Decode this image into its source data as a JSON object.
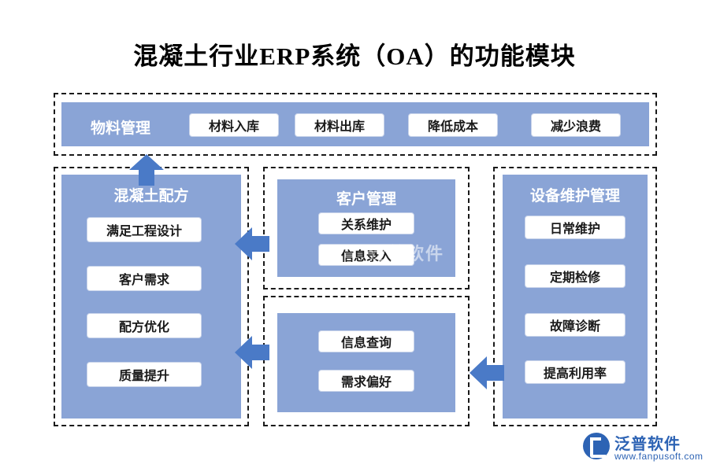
{
  "page": {
    "title": "混凝土行业ERP系统（OA）的功能模块",
    "accent_blue": "#8aa4d6",
    "chip_bg": "#ffffff",
    "border_color": "#1a1a1a"
  },
  "material": {
    "label": "物料管理",
    "items": [
      {
        "label": "材料入库"
      },
      {
        "label": "材料出库"
      },
      {
        "label": "降低成本"
      },
      {
        "label": "减少浪费"
      }
    ]
  },
  "formula": {
    "title": "混凝土配方",
    "items": [
      {
        "label": "满足工程设计"
      },
      {
        "label": "客户需求"
      },
      {
        "label": "配方优化"
      },
      {
        "label": "质量提升"
      }
    ]
  },
  "customer": {
    "title": "客户管理",
    "items": [
      {
        "label": "关系维护"
      },
      {
        "label": "信息录入"
      }
    ]
  },
  "query": {
    "items": [
      {
        "label": "信息查询"
      },
      {
        "label": "需求偏好"
      }
    ]
  },
  "equipment": {
    "title": "设备维护管理",
    "items": [
      {
        "label": "日常维护"
      },
      {
        "label": "定期检修"
      },
      {
        "label": "故障诊断"
      },
      {
        "label": "提高利用率"
      }
    ]
  },
  "arrows": {
    "up_to_material": "arrow-up",
    "customer_to_formula": "arrow-left",
    "query_to_formula": "arrow-left",
    "equipment_to_query": "arrow-left"
  },
  "watermarks": {
    "center": "泛普软件",
    "logo_cn": "泛普软件",
    "logo_en": "www.fanpusoft.com"
  }
}
